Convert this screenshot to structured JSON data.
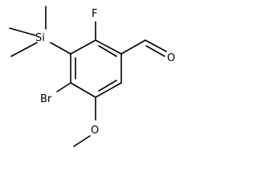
{
  "molecule": {
    "atoms": {
      "fluorine": "F",
      "silicon": "Si",
      "bromine": "Br",
      "oxygen_aldehyde": "O",
      "oxygen_methoxy": "O"
    },
    "bond_color": "#000000",
    "label_color": "#000000"
  }
}
